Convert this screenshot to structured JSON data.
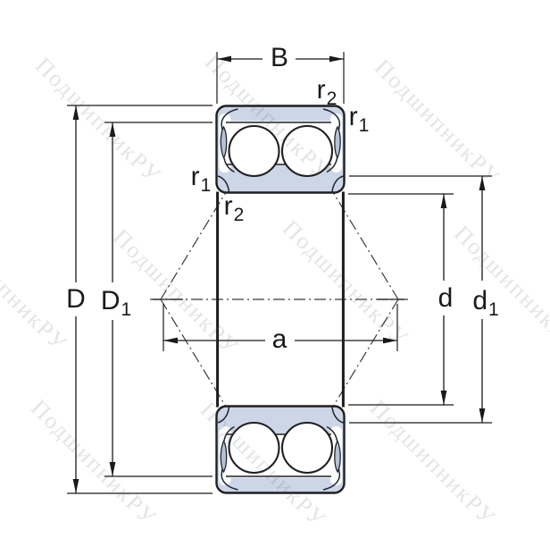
{
  "watermark": {
    "text": "ПодшипникРУ"
  },
  "dims": {
    "B": "B",
    "D": "D",
    "d": "d",
    "a": "a",
    "D1": {
      "main": "D",
      "sub": "1"
    },
    "d1": {
      "main": "d",
      "sub": "1"
    },
    "r1": {
      "main": "r",
      "sub": "1"
    },
    "r2": {
      "main": "r",
      "sub": "2"
    }
  },
  "colors": {
    "bearing_fill": "#ccd6e7",
    "seal_fill": "#b6c1d4",
    "line": "#1c1c1c"
  }
}
